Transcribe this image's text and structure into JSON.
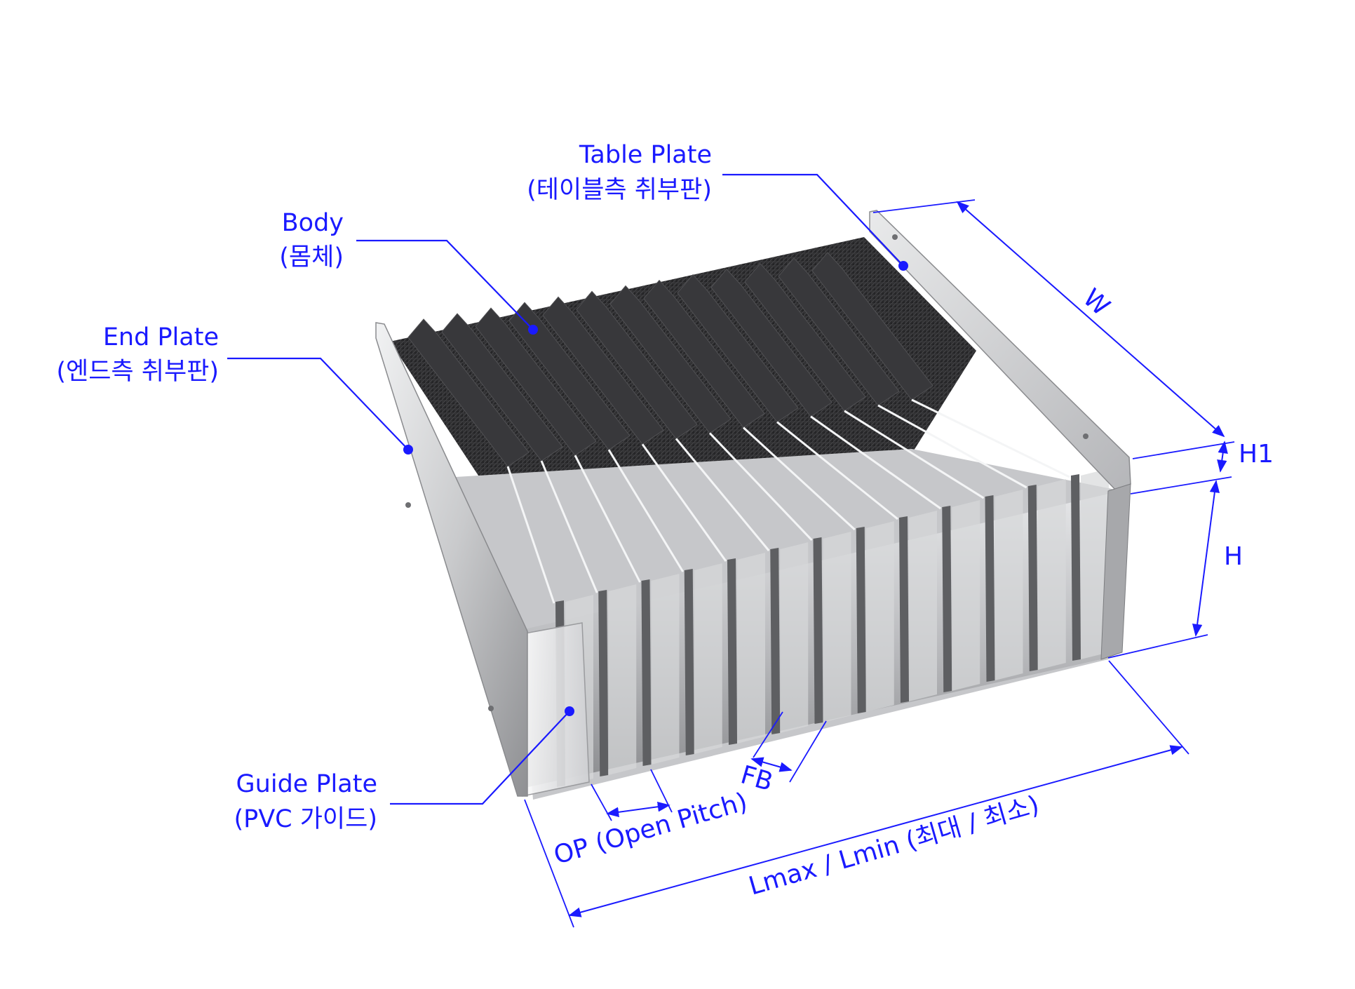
{
  "labels": {
    "table_plate": {
      "en": "Table Plate",
      "ko": "(테이블측 취부판)"
    },
    "body": {
      "en": "Body",
      "ko": "(몸체)"
    },
    "end_plate": {
      "en": "End Plate",
      "ko": "(엔드측 취부판)"
    },
    "guide_plate": {
      "en": "Guide Plate",
      "ko": "(PVC 가이드)"
    }
  },
  "dimensions": {
    "w": "W",
    "h1": "H1",
    "h": "H",
    "fb": "FB",
    "op": "OP (Open Pitch)",
    "length": "Lmax / Lmin (최대 / 최소)"
  },
  "colors": {
    "annotation": "#1a1aff",
    "fabric": "#2b2b2d",
    "metal_light": "#d9dadc",
    "metal_dark": "#8d8e91"
  }
}
